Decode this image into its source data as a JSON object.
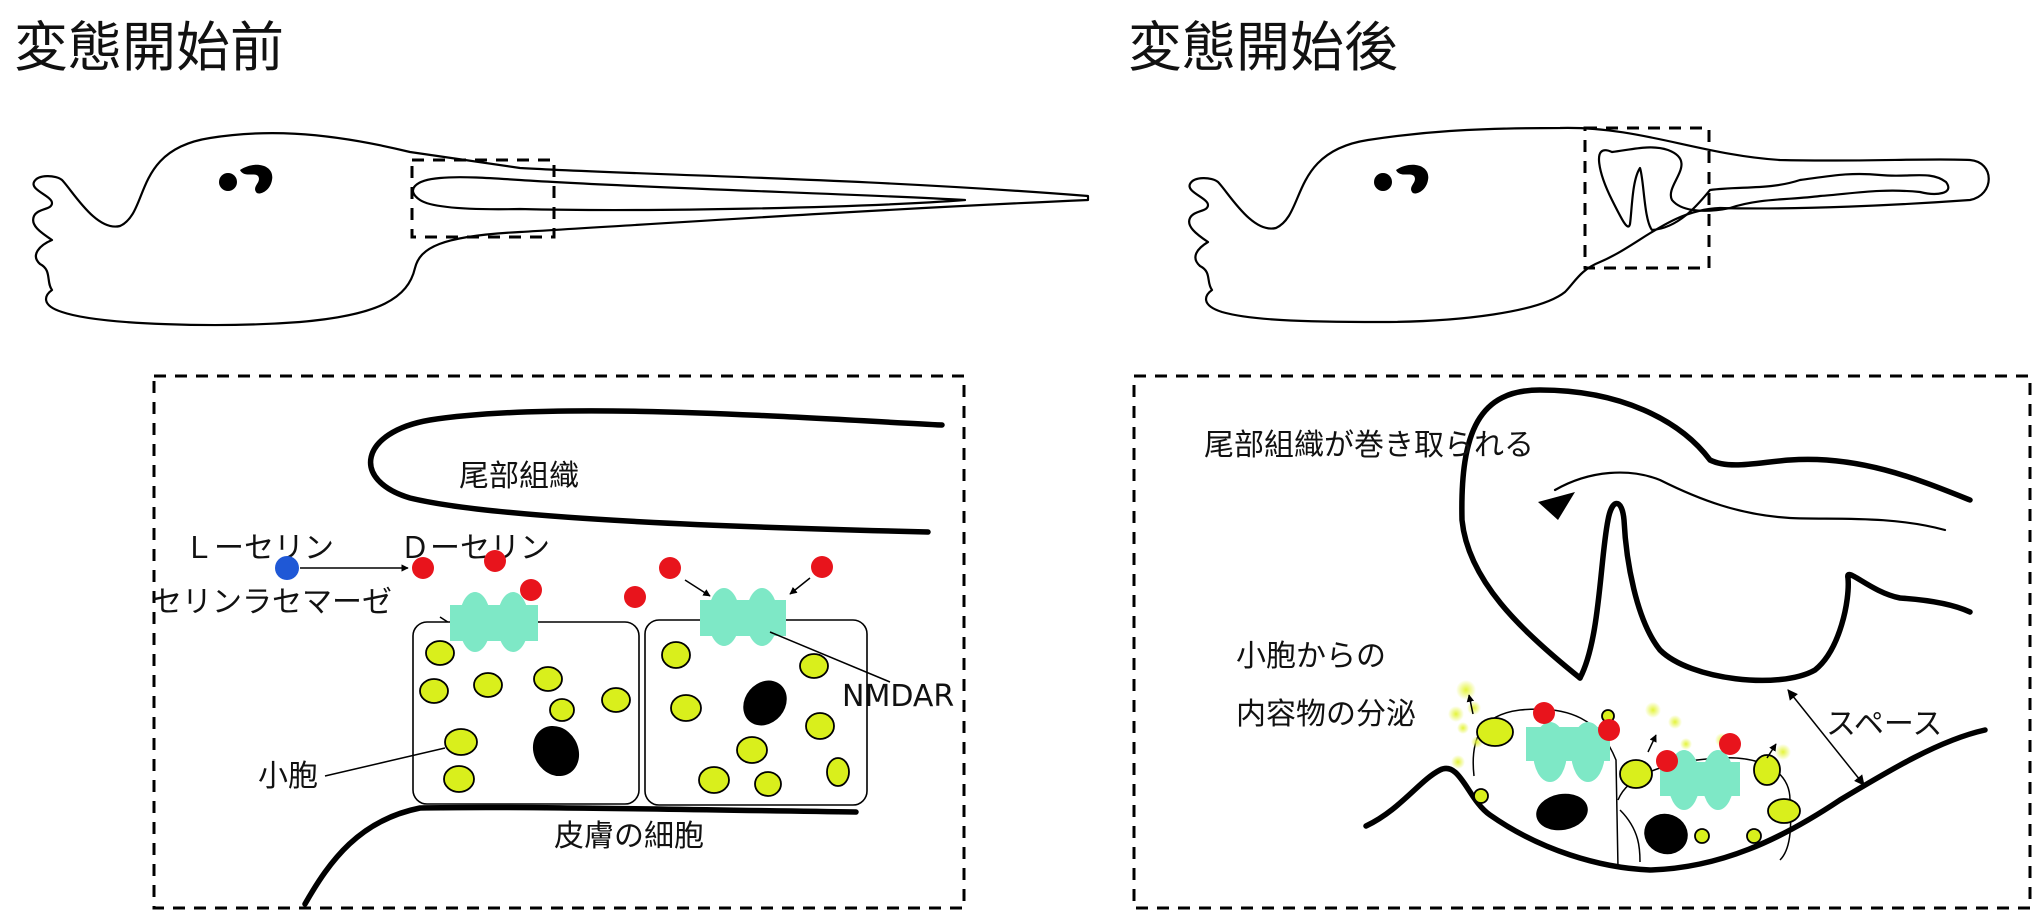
{
  "before": {
    "title": "変態開始前",
    "labels": {
      "tail_tissue": "尾部組織",
      "l_serine": "Ｌーセリン",
      "d_serine": "Ｄーセリン",
      "serine_racemase": "セリンラセマーゼ",
      "nmdar": "NMDAR",
      "vesicle": "小胞",
      "skin_cell": "皮膚の細胞"
    }
  },
  "after": {
    "title": "変態開始後",
    "labels": {
      "tail_rolled": "尾部組織が巻き取られる",
      "secretion_line1": "小胞からの",
      "secretion_line2": "内容物の分泌",
      "space": "スペース"
    }
  },
  "colors": {
    "l_serine": "#1f58d6",
    "d_serine": "#e8141c",
    "nmdar": "#7ee8c6",
    "vesicle": "#d9ef1c",
    "nucleus": "#000000"
  }
}
